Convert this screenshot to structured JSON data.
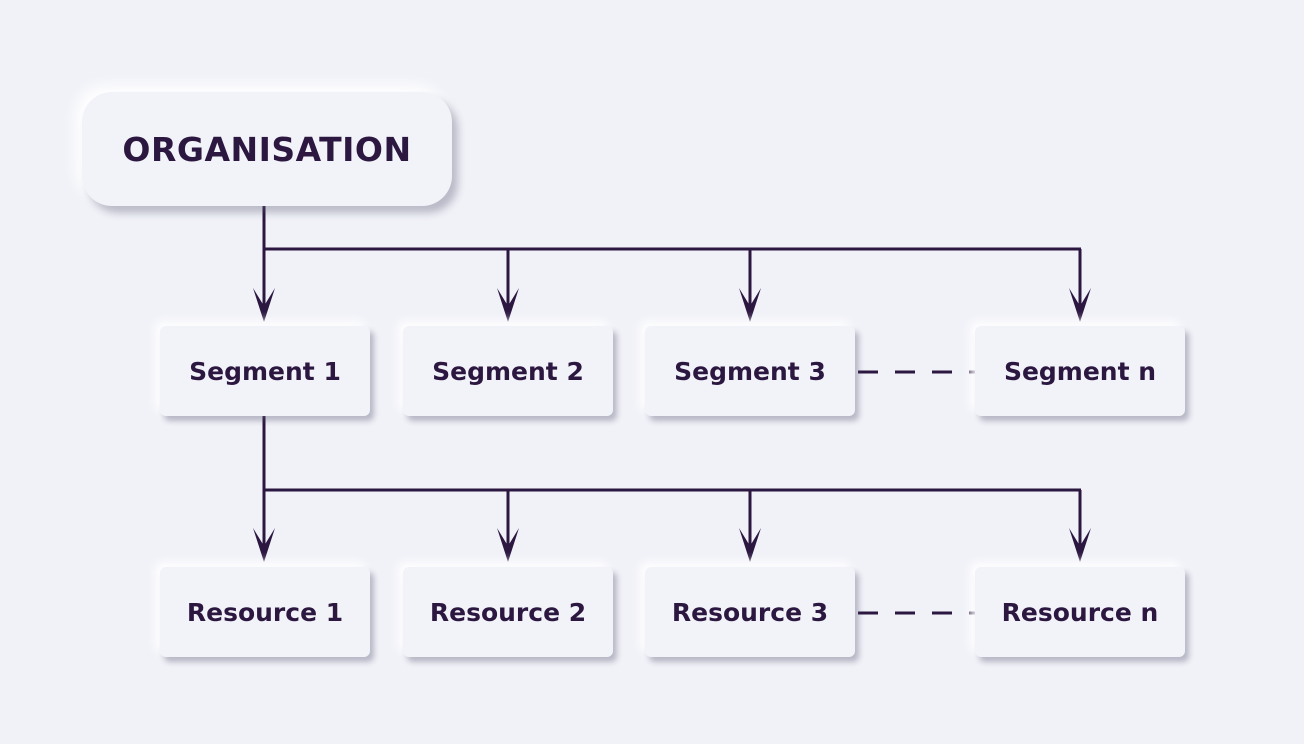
{
  "diagram": {
    "root": {
      "label": "ORGANISATION"
    },
    "segments": [
      {
        "label": "Segment 1"
      },
      {
        "label": "Segment 2"
      },
      {
        "label": "Segment 3"
      },
      {
        "label": "Segment n"
      }
    ],
    "resources": [
      {
        "label": "Resource 1"
      },
      {
        "label": "Resource 2"
      },
      {
        "label": "Resource 3"
      },
      {
        "label": "Resource n"
      }
    ],
    "colors": {
      "background": "#f1f2f8",
      "node_fill": "#f2f3f8",
      "line": "#2b1740",
      "text": "#2b1740"
    }
  }
}
